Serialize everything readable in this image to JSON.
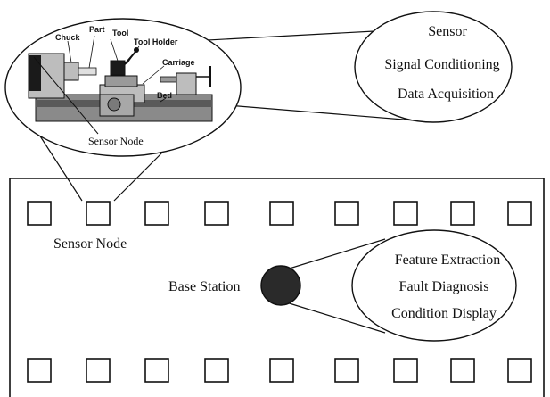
{
  "machine_callout": {
    "items": [
      "Sensor",
      "Signal Conditioning",
      "Data Acquisition"
    ]
  },
  "lathe": {
    "labels": {
      "chuck": "Chuck",
      "part": "Part",
      "tool": "Tool",
      "tool_holder": "Tool Holder",
      "carriage": "Carriage",
      "bed": "Bed"
    },
    "sensor_label": "Sensor Node"
  },
  "network": {
    "sensor_node_label": "Sensor Node",
    "base_station_label": "Base Station",
    "top_row_node_count": 9,
    "bottom_row_node_count": 9
  },
  "base_callout": {
    "items": [
      "Feature Extraction",
      "Fault Diagnosis",
      "Condition Display"
    ]
  },
  "colors": {
    "line": "#111111",
    "base_station_fill": "#2a2a2a",
    "lathe_dark": "#1a1a1a",
    "lathe_mid": "#7a7a7a",
    "lathe_light": "#bdbdbd"
  }
}
